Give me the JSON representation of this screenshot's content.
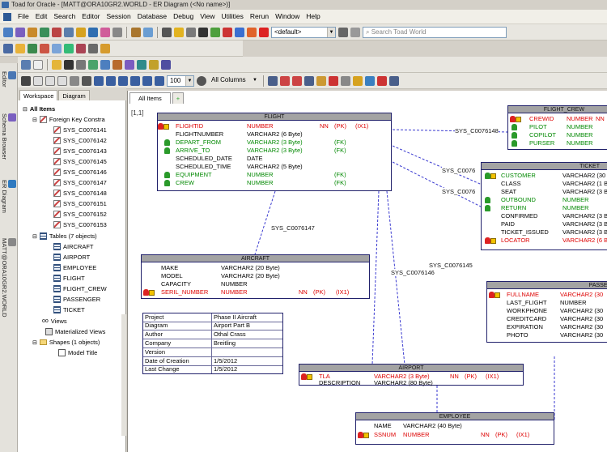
{
  "window": {
    "title": "Toad for Oracle - [MATT@ORA10GR2.WORLD - ER Diagram (<No name>)]"
  },
  "menu": [
    "File",
    "Edit",
    "Search",
    "Editor",
    "Session",
    "Database",
    "Debug",
    "View",
    "Utilities",
    "Rerun",
    "Window",
    "Help"
  ],
  "toolbar": {
    "schema_combo": "<default>",
    "search_placeholder": "Search Toad World",
    "zoom_value": "100",
    "columns_combo": "All Columns"
  },
  "left_rail": [
    "Editor",
    "Schema Browser",
    "ER Diagram",
    "MATT@ORA10GR2.WORLD"
  ],
  "panel_tabs": [
    "Workspace",
    "Diagram"
  ],
  "tree": {
    "root": "All Items",
    "fk_group": "Foreign Key Constra",
    "fk_items": [
      "SYS_C0076141",
      "SYS_C0076142",
      "SYS_C0076143",
      "SYS_C0076145",
      "SYS_C0076146",
      "SYS_C0076147",
      "SYS_C0076148",
      "SYS_C0076151",
      "SYS_C0076152",
      "SYS_C0076153"
    ],
    "tables_group": "Tables (7 objects)",
    "tables": [
      "AIRCRAFT",
      "AIRPORT",
      "EMPLOYEE",
      "FLIGHT",
      "FLIGHT_CREW",
      "PASSENGER",
      "TICKET"
    ],
    "views": "Views",
    "mviews": "Materialized Views",
    "shapes_group": "Shapes (1 objects)",
    "shapes": [
      "Model Title"
    ]
  },
  "doc_tabs": {
    "active": "All Items",
    "plus": "+"
  },
  "canvas": {
    "coords": "[1,1]"
  },
  "entities": {
    "flight": {
      "name": "FLIGHT",
      "rows": [
        [
          "FLIGHTID",
          "NUMBER",
          "NN",
          "(PK)",
          "(IX1)"
        ],
        [
          "FLIGHTNUMBER",
          "VARCHAR2 (6 Byte)",
          "",
          "",
          ""
        ],
        [
          "DEPART_FROM",
          "VARCHAR2 (3 Byte)",
          "",
          "(FK)",
          ""
        ],
        [
          "ARRIVE_TO",
          "VARCHAR2 (3 Byte)",
          "",
          "(FK)",
          ""
        ],
        [
          "SCHEDULED_DATE",
          "DATE",
          "",
          "",
          ""
        ],
        [
          "SCHEDULED_TIME",
          "VARCHAR2 (5 Byte)",
          "",
          "",
          ""
        ],
        [
          "EQUIPMENT",
          "NUMBER",
          "",
          "(FK)",
          ""
        ],
        [
          "CREW",
          "NUMBER",
          "",
          "(FK)",
          ""
        ]
      ]
    },
    "flight_crew": {
      "name": "FLIGHT_CREW",
      "rows": [
        [
          "CREWID",
          "NUMBER",
          "NN"
        ],
        [
          "PILOT",
          "NUMBER",
          ""
        ],
        [
          "COPILOT",
          "NUMBER",
          ""
        ],
        [
          "PURSER",
          "NUMBER",
          ""
        ]
      ]
    },
    "ticket": {
      "name": "TICKET",
      "rows": [
        [
          "CUSTOMER",
          "VARCHAR2 (30"
        ],
        [
          "CLASS",
          "VARCHAR2 (1 B"
        ],
        [
          "SEAT",
          "VARCHAR2 (3 B"
        ],
        [
          "OUTBOUND",
          "NUMBER"
        ],
        [
          "RETURN",
          "NUMBER"
        ],
        [
          "CONFIRMED",
          "VARCHAR2 (3 B"
        ],
        [
          "PAID",
          "VARCHAR2 (3 B"
        ],
        [
          "TICKET_ISSUED",
          "VARCHAR2 (3 B"
        ],
        [
          "LOCATOR",
          "VARCHAR2 (6 B"
        ]
      ]
    },
    "aircraft": {
      "name": "AIRCRAFT",
      "rows": [
        [
          "MAKE",
          "VARCHAR2 (20 Byte)",
          "",
          "",
          ""
        ],
        [
          "MODEL",
          "VARCHAR2 (20 Byte)",
          "",
          "",
          ""
        ],
        [
          "CAPACITY",
          "NUMBER",
          "",
          "",
          ""
        ],
        [
          "SERIL_NUMBER",
          "NUMBER",
          "NN",
          "(PK)",
          "(IX1)"
        ]
      ]
    },
    "passenger": {
      "name": "PASSENG",
      "rows": [
        [
          "FULLNAME",
          "VARCHAR2 (30"
        ],
        [
          "LAST_FLIGHT",
          "NUMBER"
        ],
        [
          "WORKPHONE",
          "VARCHAR2 (30"
        ],
        [
          "CREDITCARD",
          "VARCHAR2 (30"
        ],
        [
          "EXPIRATION",
          "VARCHAR2 (30"
        ],
        [
          "PHOTO",
          "VARCHAR2 (30"
        ]
      ]
    },
    "airport": {
      "name": "AIRPORT",
      "rows": [
        [
          "TLA",
          "VARCHAR2 (3 Byte)",
          "NN",
          "(PK)",
          "(IX1)"
        ],
        [
          "DESCRIPTION",
          "VARCHAR2 (80 Byte)",
          "",
          "",
          ""
        ]
      ]
    },
    "employee": {
      "name": "EMPLOYEE",
      "rows": [
        [
          "NAME",
          "VARCHAR2 (40 Byte)",
          "",
          "",
          ""
        ],
        [
          "SSNUM",
          "NUMBER",
          "NN",
          "(PK)",
          "(IX1)"
        ]
      ]
    }
  },
  "relations": [
    "SYS_C0076148",
    "SYS_C0076147",
    "SYS_C0076146",
    "SYS_C0076145",
    "SYS_C0076",
    "SYS_C0076"
  ],
  "model_info": [
    [
      "Project",
      "Phase II Aircraft"
    ],
    [
      "Diagram",
      "Airport Part B"
    ],
    [
      "Author",
      "Othal Crass"
    ],
    [
      "Company",
      "Breitling"
    ],
    [
      "Version",
      ""
    ],
    [
      "Date of Creation",
      "1/5/2012"
    ],
    [
      "Last Change",
      "1/5/2012"
    ]
  ]
}
